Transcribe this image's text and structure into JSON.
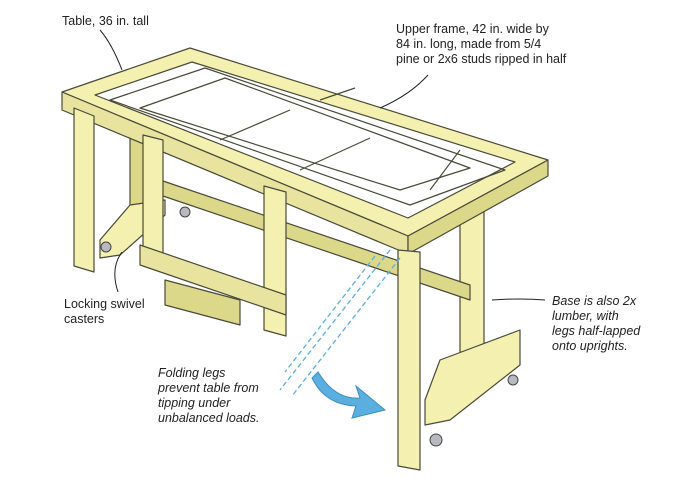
{
  "labels": {
    "table_height": "Table, 36 in. tall",
    "upper_frame": [
      "Upper frame, 42 in. wide by",
      "84 in. long, made from 5/4",
      "pine or 2x6 studs ripped in half"
    ],
    "casters": [
      "Locking swivel",
      "casters"
    ],
    "folding_legs": [
      "Folding legs",
      "prevent table from",
      "tipping under",
      "unbalanced loads."
    ],
    "base": [
      "Base is also 2x",
      "lumber, with",
      "legs half-lapped",
      "onto uprights."
    ]
  },
  "colors": {
    "wood": "#f3f0b0",
    "wood_shade": "#dcd88a",
    "outline": "#4a4a3a",
    "accent": "#5aaee0"
  }
}
